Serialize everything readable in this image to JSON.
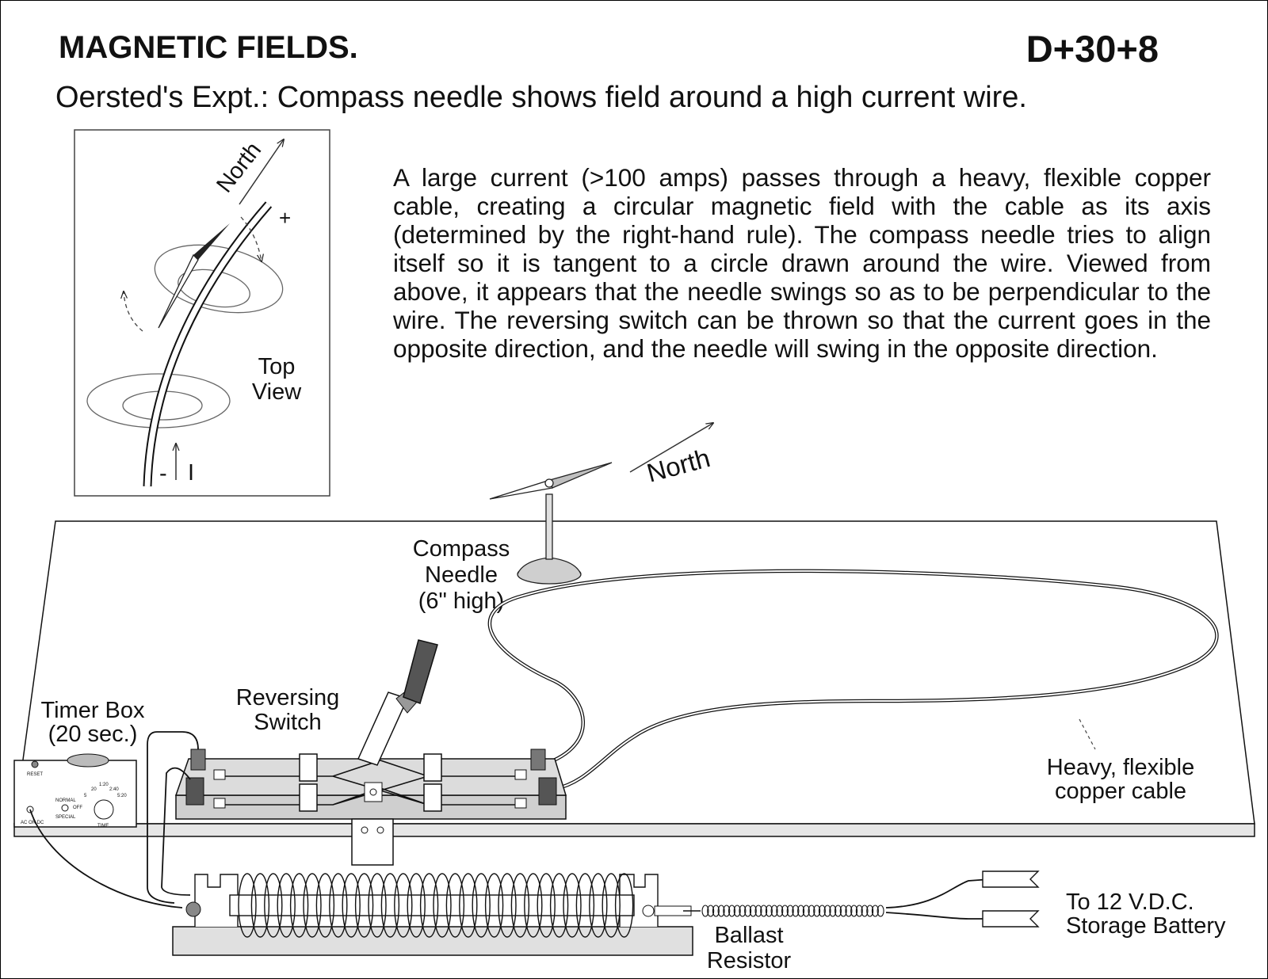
{
  "header": {
    "title": "MAGNETIC FIELDS.",
    "code": "D+30+8",
    "subtitle": "Oersted's Expt.: Compass needle shows field around a high current wire."
  },
  "description": "A large current (>100 amps) passes through a heavy, flexible copper cable, creating a circular magnetic field with the cable as its axis (determined by the right-hand rule).  The compass needle tries to align itself so it is tangent to a circle drawn around the wire.  Viewed from above, it appears that the needle swings so as to be perpendicular to the wire.  The reversing switch can be thrown so that the current goes in the opposite direction, and the needle will swing in the opposite direction.",
  "inset": {
    "north": "North",
    "plus": "+",
    "minus": "-",
    "current": "I",
    "view_line1": "Top",
    "view_line2": "View"
  },
  "labels": {
    "north": "North",
    "compass_line1": "Compass",
    "compass_line2": "Needle",
    "compass_line3": "(6\" high)",
    "switch_line1": "Reversing",
    "switch_line2": "Switch",
    "timer_line1": "Timer Box",
    "timer_line2": "(20 sec.)",
    "cable_line1": "Heavy, flexible",
    "cable_line2": "copper cable",
    "battery_line1": "To 12 V.D.C.",
    "battery_line2": "Storage Battery",
    "ballast_line1": "Ballast",
    "ballast_line2": "Resistor"
  },
  "timer_panel": {
    "reset": "RESET",
    "normal": "NORMAL",
    "off": "OFF",
    "special": "SPECIAL",
    "acdc": "AC OR DC",
    "time": "TIME",
    "dial_marks": [
      "5",
      "20",
      "1:20",
      "2:40",
      "5:20"
    ]
  }
}
